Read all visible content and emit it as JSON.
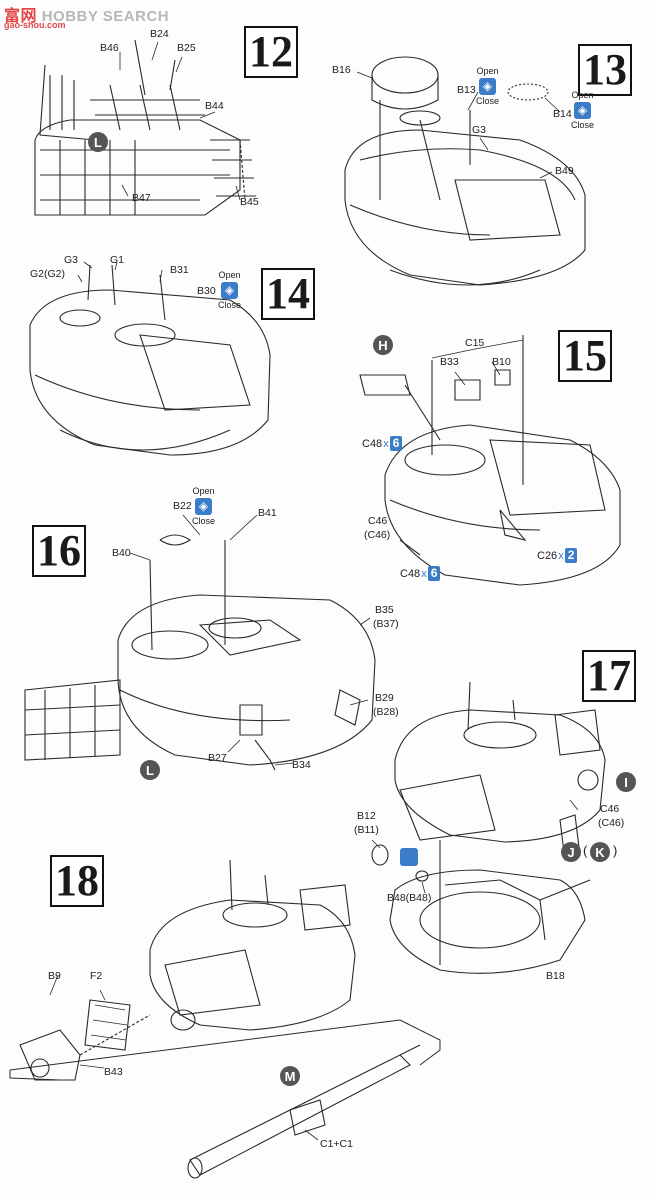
{
  "watermark": {
    "brand": "HOBBY SEARCH",
    "site_cn": "富",
    "site_cn2": "网",
    "site_url": "gao-shou.com"
  },
  "steps": [
    "12",
    "13",
    "14",
    "15",
    "16",
    "17",
    "18"
  ],
  "labels": {
    "s12": [
      "B46",
      "B24",
      "B25",
      "B44",
      "B47",
      "B45"
    ],
    "s13": [
      "B16",
      "B13",
      "B14",
      "G3",
      "B49"
    ],
    "s14": [
      "G3",
      "G1",
      "B31",
      "G2(G2)",
      "B30"
    ],
    "s15": [
      "C15",
      "B33",
      "B10",
      "C48",
      "C46",
      "(C46)",
      "C48",
      "C26"
    ],
    "s16": [
      "B22",
      "B41",
      "B40",
      "B35",
      "(B37)",
      "B29",
      "(B28)",
      "B27",
      "B34"
    ],
    "s17": [
      "C46",
      "(C46)",
      "B12",
      "(B11)",
      "B48(B48)",
      "B18"
    ],
    "s18": [
      "B9",
      "F2",
      "B43",
      "C1+C1"
    ]
  },
  "callouts": {
    "L": "L",
    "H": "H",
    "I": "I",
    "J": "J",
    "K": "K",
    "M": "M"
  },
  "open_close": {
    "open": "Open",
    "close": "Close"
  },
  "multipliers": {
    "c48": "6",
    "c26": "2"
  },
  "colors": {
    "accent_blue": "#3b7cc9",
    "callout_grey": "#555555"
  }
}
